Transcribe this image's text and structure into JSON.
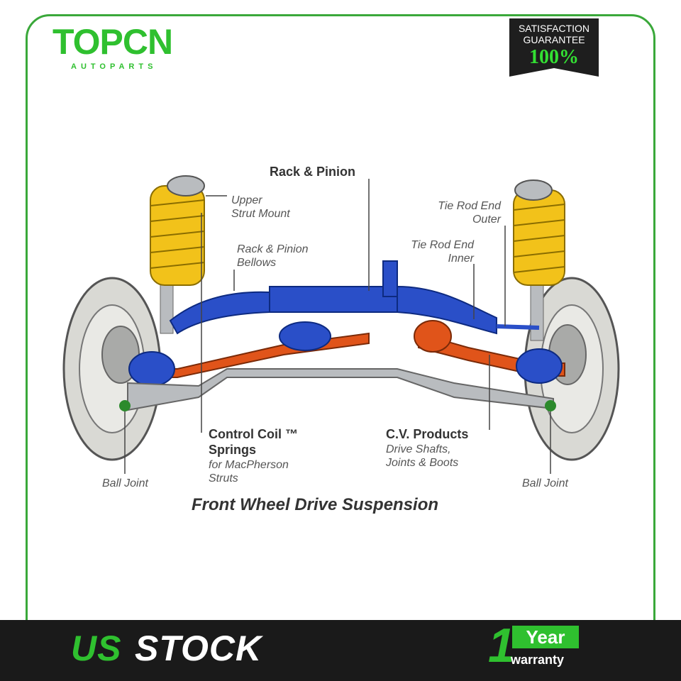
{
  "brand": {
    "logo_text": "TOPCN",
    "logo_sub": "AUTOPARTS",
    "brand_color": "#2fc02f"
  },
  "badge": {
    "line1": "SATISFACTION",
    "line2": "GUARANTEE",
    "line3": "100%"
  },
  "diagram": {
    "title": "Front Wheel Drive Suspension",
    "labels": {
      "rack_pinion": "Rack & Pinion",
      "upper_strut_1": "Upper",
      "upper_strut_2": "Strut Mount",
      "bellows_1": "Rack & Pinion",
      "bellows_2": "Bellows",
      "tie_outer_1": "Tie Rod End",
      "tie_outer_2": "Outer",
      "tie_inner_1": "Tie Rod End",
      "tie_inner_2": "Inner",
      "coil_1": "Control Coil ™",
      "coil_2": "Springs",
      "coil_3": "for MacPherson",
      "coil_4": "Struts",
      "cv_1": "C.V. Products",
      "cv_2": "Drive Shafts,",
      "cv_3": "Joints & Boots",
      "ball_left": "Ball Joint",
      "ball_right": "Ball Joint"
    },
    "colors": {
      "spring": "#f2c21a",
      "rack": "#2a4fc8",
      "shaft": "#e0541a",
      "metal": "#b9bcbf",
      "tire": "#d9d9d4"
    }
  },
  "footer": {
    "us": "US",
    "stock": "STOCK",
    "one": "1",
    "year": "Year",
    "warranty": "warranty"
  }
}
